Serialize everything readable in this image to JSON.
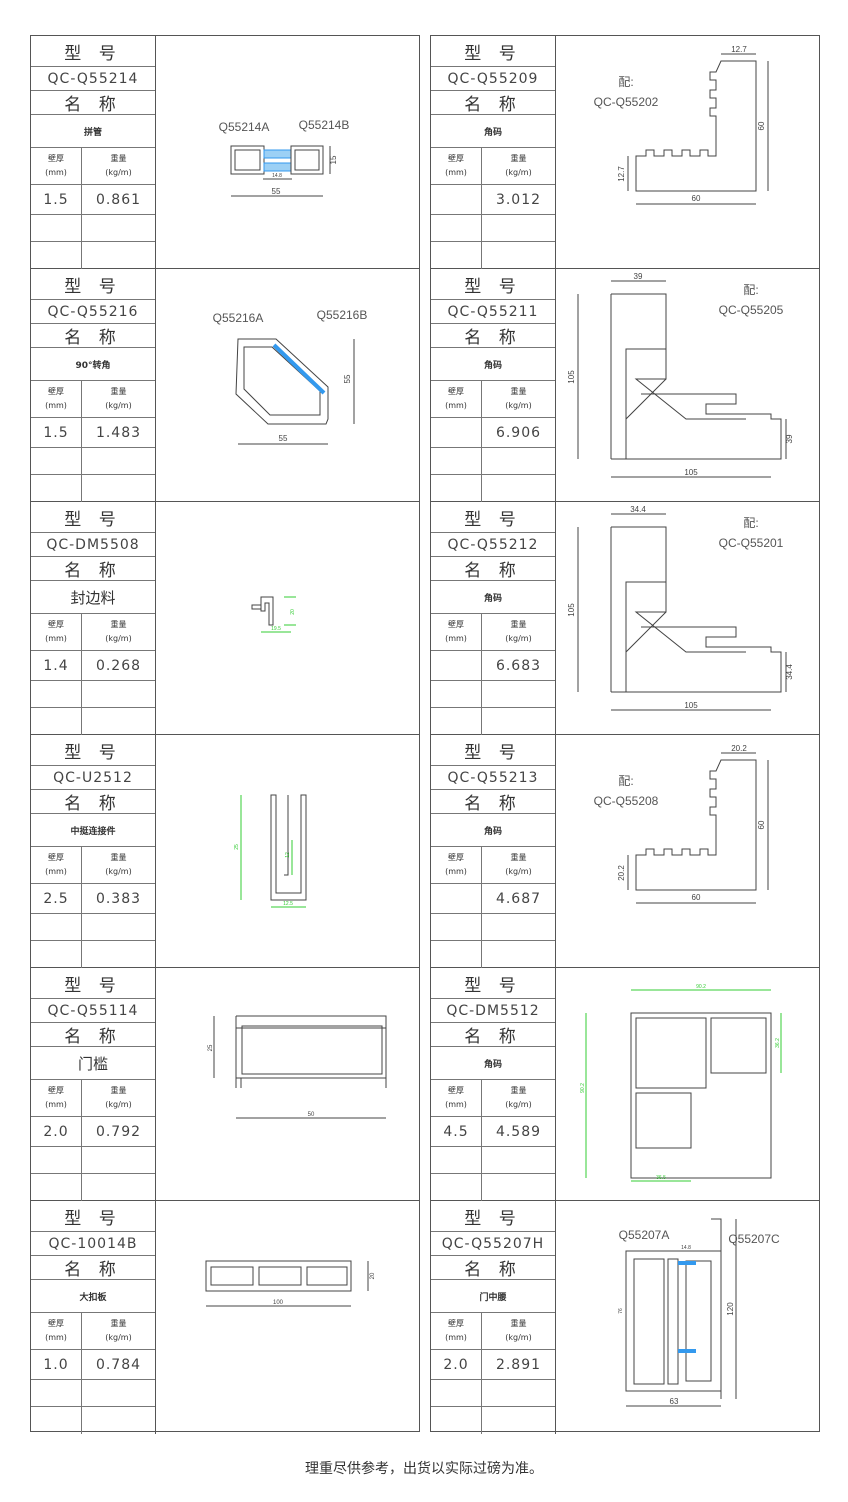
{
  "labels": {
    "model": "型 号",
    "name": "名 称",
    "thickness": "壁厚",
    "thickness_unit": "(mm)",
    "weight": "重量",
    "weight_unit": "(kg/m)"
  },
  "left": [
    {
      "code": "QC-Q55214",
      "name": "拼管",
      "thickness": "1.5",
      "weight": "0.861",
      "drawing": {
        "kind": "pipe",
        "tags": [
          "Q55214A",
          "Q55214B"
        ],
        "dims": [
          "55",
          "15",
          "14.8"
        ]
      }
    },
    {
      "code": "QC-Q55216",
      "name": "90°转角",
      "thickness": "1.5",
      "weight": "1.483",
      "drawing": {
        "kind": "corner90",
        "tags": [
          "Q55216A",
          "Q55216B"
        ],
        "dims": [
          "55",
          "55"
        ]
      }
    },
    {
      "code": "QC-DM5508",
      "name": "封边料",
      "name_large": true,
      "thickness": "1.4",
      "weight": "0.268",
      "drawing": {
        "kind": "edge",
        "tags": [],
        "dims": [
          "20",
          "19.5"
        ]
      }
    },
    {
      "code": "QC-U2512",
      "name": "中挺连接件",
      "thickness": "2.5",
      "weight": "0.383",
      "drawing": {
        "kind": "u",
        "tags": [],
        "dims": [
          "25",
          "12",
          "12.5"
        ]
      }
    },
    {
      "code": "QC-Q55114",
      "name": "门槛",
      "name_large": true,
      "thickness": "2.0",
      "weight": "0.792",
      "drawing": {
        "kind": "sill",
        "tags": [],
        "dims": [
          "25",
          "50"
        ]
      }
    },
    {
      "code": "QC-10014B",
      "name": "大扣板",
      "thickness": "1.0",
      "weight": "0.784",
      "drawing": {
        "kind": "panel",
        "tags": [],
        "dims": [
          "100",
          "20"
        ]
      }
    }
  ],
  "right": [
    {
      "code": "QC-Q55209",
      "name": "角码",
      "thickness": "",
      "weight": "3.012",
      "drawing": {
        "kind": "lsmall",
        "tags": [
          "配:",
          "QC-Q55202"
        ],
        "dims": [
          "12.7",
          "60",
          "12.7",
          "60"
        ]
      }
    },
    {
      "code": "QC-Q55211",
      "name": "角码",
      "thickness": "",
      "weight": "6.906",
      "drawing": {
        "kind": "lbig",
        "tags": [
          "配:",
          "QC-Q55205"
        ],
        "dims": [
          "39",
          "105",
          "39",
          "105"
        ]
      }
    },
    {
      "code": "QC-Q55212",
      "name": "角码",
      "thickness": "",
      "weight": "6.683",
      "drawing": {
        "kind": "lbig",
        "tags": [
          "配:",
          "QC-Q55201"
        ],
        "dims": [
          "34.4",
          "105",
          "34.4",
          "105"
        ]
      }
    },
    {
      "code": "QC-Q55213",
      "name": "角码",
      "thickness": "",
      "weight": "4.687",
      "drawing": {
        "kind": "lsmall",
        "tags": [
          "配:",
          "QC-Q55208"
        ],
        "dims": [
          "20.2",
          "60",
          "20.2",
          "60"
        ]
      }
    },
    {
      "code": "QC-DM5512",
      "name": "角码",
      "thickness": "4.5",
      "weight": "4.589",
      "drawing": {
        "kind": "box",
        "tags": [],
        "dims": [
          "90.2",
          "36.2",
          "90.2",
          "36.5"
        ]
      }
    },
    {
      "code": "QC-Q55207H",
      "name": "门中腰",
      "thickness": "2.0",
      "weight": "2.891",
      "drawing": {
        "kind": "mid",
        "tags": [
          "Q55207A",
          "Q55207C"
        ],
        "dims": [
          "14.8",
          "120",
          "63",
          "76"
        ]
      }
    }
  ],
  "footer": "理重尽供参考，出货以实际过磅为准。",
  "colors": {
    "line": "#555555",
    "dim_green": "#33cc33",
    "insulation_blue": "#3399ee"
  }
}
